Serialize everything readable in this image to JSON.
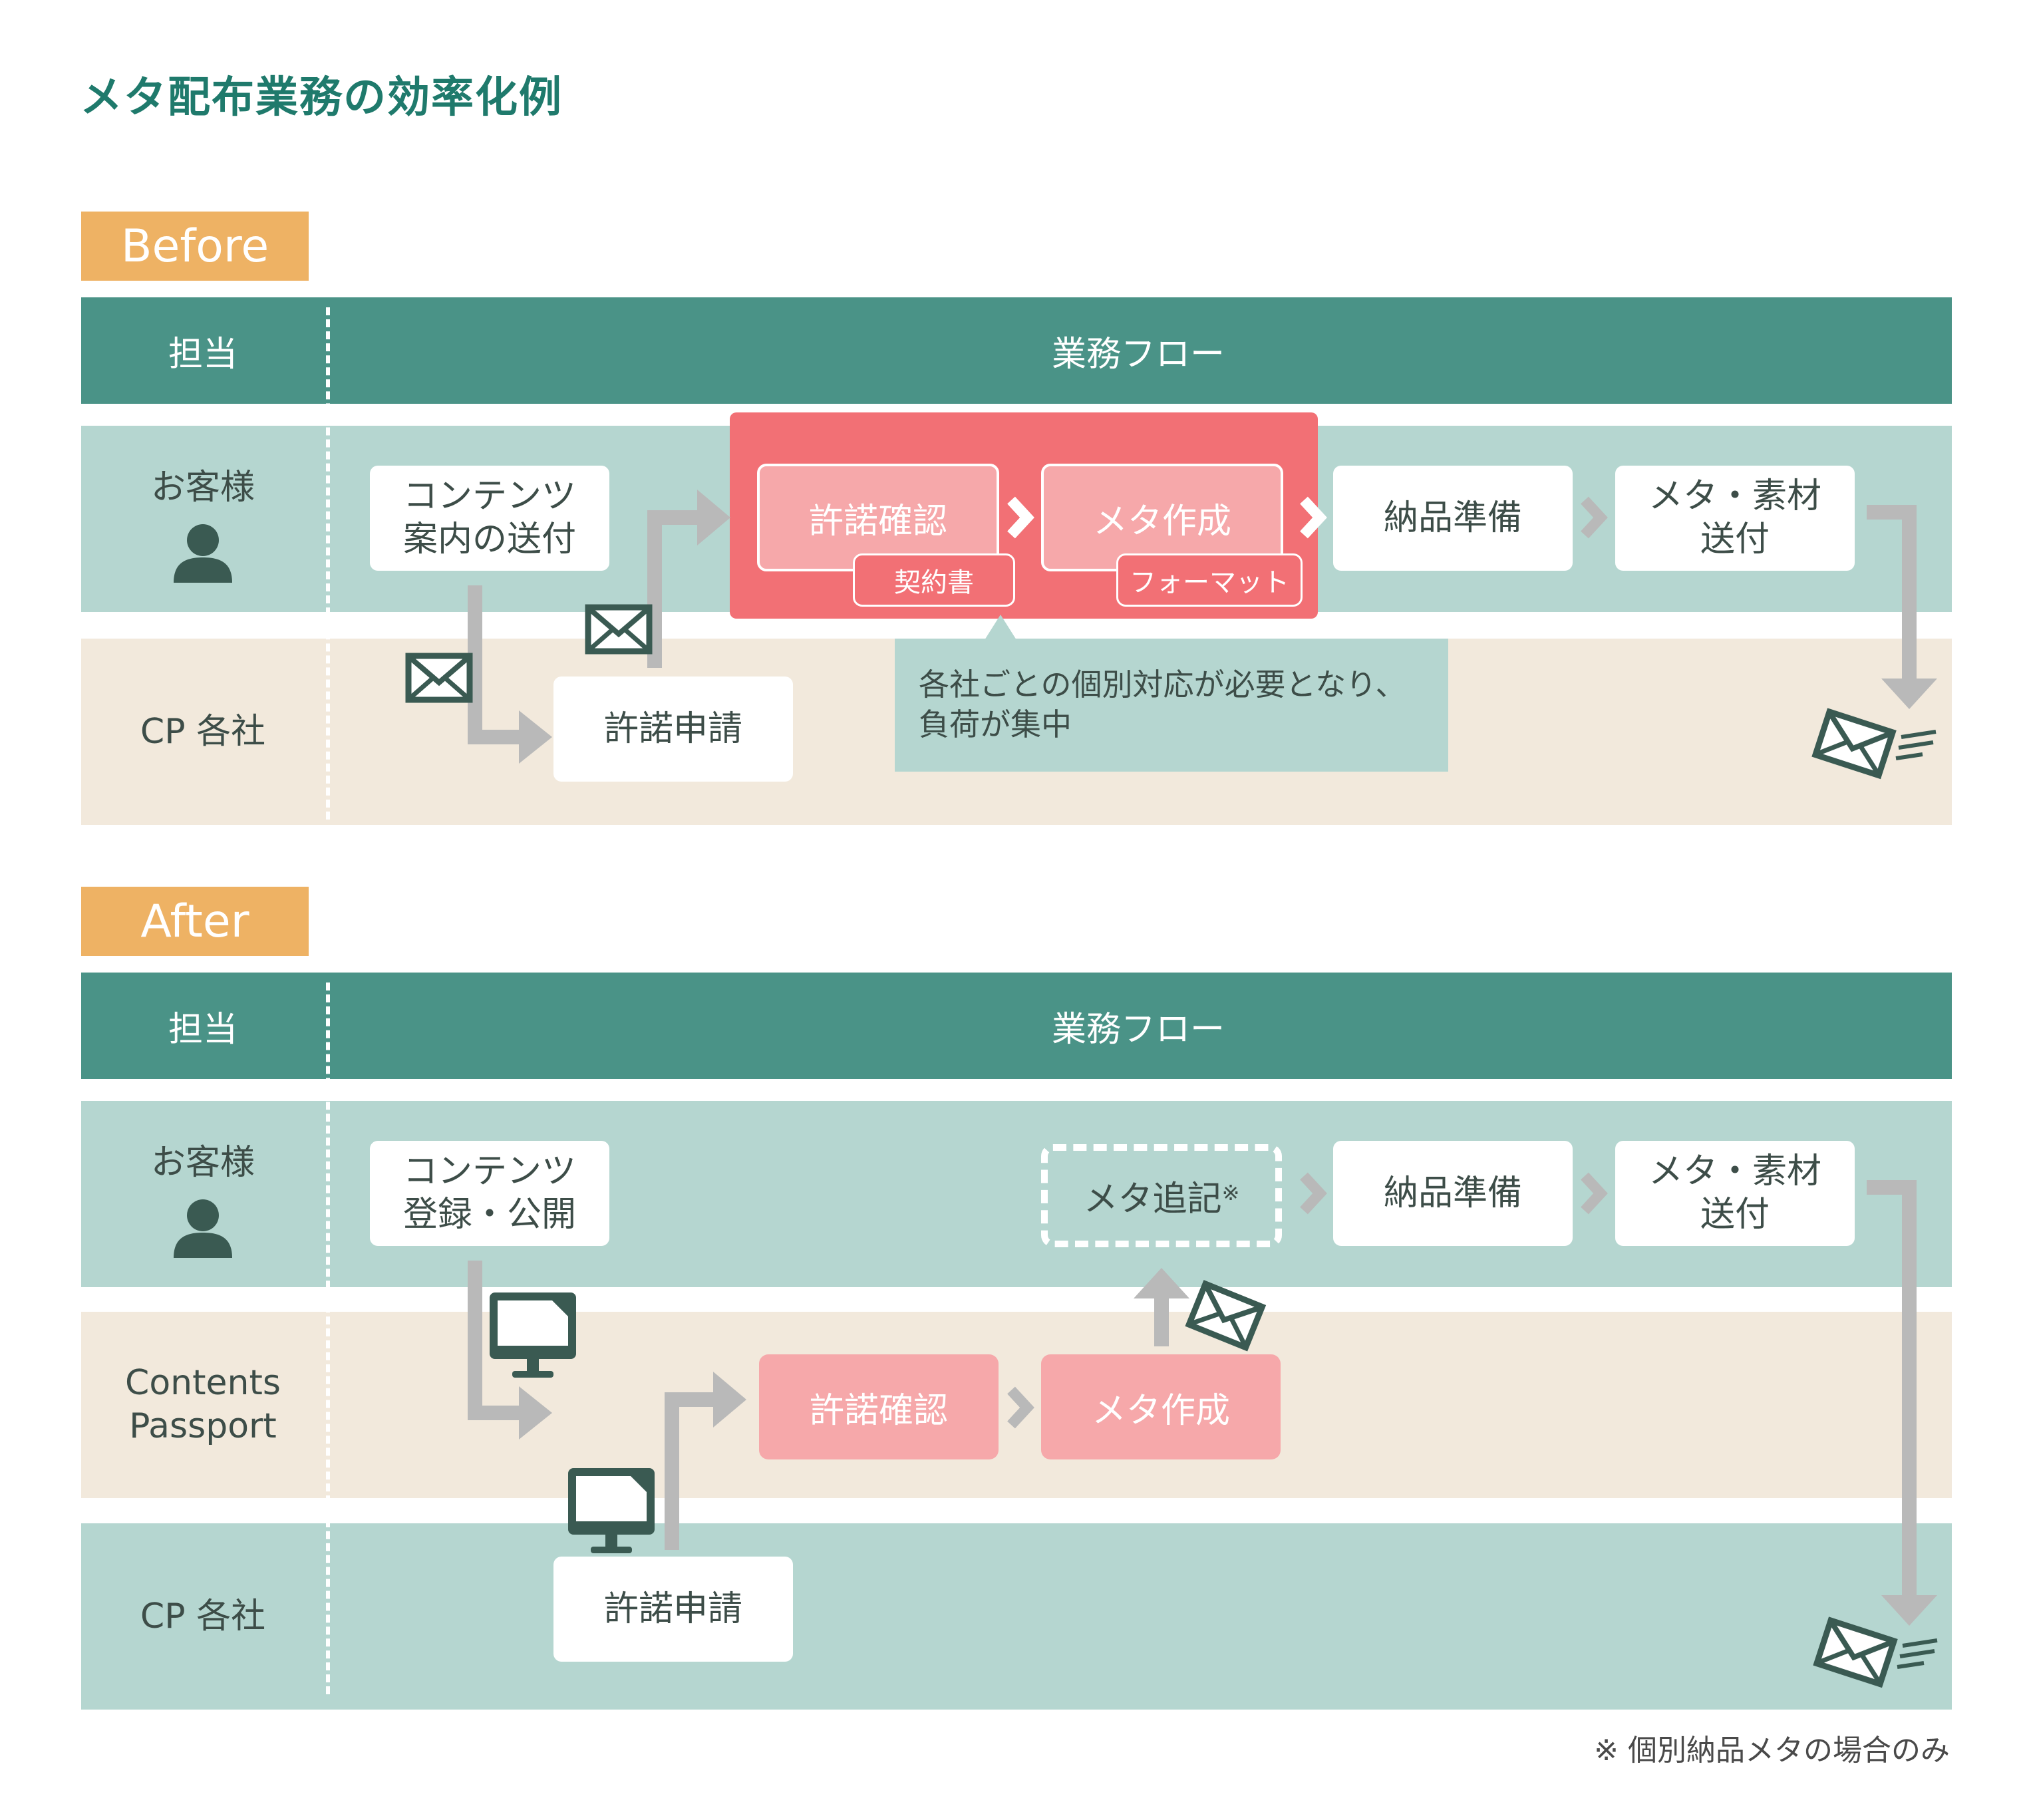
{
  "title": "メタ配布業務の効率化例",
  "header": {
    "col_person": "担当",
    "col_flow": "業務フロー"
  },
  "before": {
    "tag": "Before",
    "lanes": {
      "customer": "お客様",
      "cp": "CP 各社"
    },
    "steps": {
      "contents_notice_line1": "コンテンツ",
      "contents_notice_line2": "案内の送付",
      "permission_request": "許諾申請",
      "permission_check": "許諾確認",
      "meta_create": "メタ作成",
      "contract_tag": "契約書",
      "format_tag": "フォーマット",
      "delivery_prep": "納品準備",
      "send_meta_line1": "メタ・素材",
      "send_meta_line2": "送付"
    },
    "callout_line1": "各社ごとの個別対応が必要となり、",
    "callout_line2": "負荷が集中"
  },
  "after": {
    "tag": "After",
    "lanes": {
      "customer": "お客様",
      "passport_line1": "Contents",
      "passport_line2": "Passport",
      "cp": "CP 各社"
    },
    "steps": {
      "contents_register_line1": "コンテンツ",
      "contents_register_line2": "登録・公開",
      "meta_append": "メタ追記",
      "meta_append_mark": "※",
      "delivery_prep": "納品準備",
      "send_meta_line1": "メタ・素材",
      "send_meta_line2": "送付",
      "permission_check": "許諾確認",
      "meta_create": "メタ作成",
      "permission_request": "許諾申請"
    }
  },
  "footnote": "※ 個別納品メタの場合のみ",
  "colors": {
    "teal_header": "#4a9387",
    "lane_green": "#b5d6d0",
    "lane_beige": "#f2e9dc",
    "accent_orange": "#eeb264",
    "red_panel": "#f27075",
    "pink_box": "#f6a8aa",
    "icon_dark": "#3a5a52",
    "arrow_gray": "#b9b9b9"
  },
  "icons": [
    "person-icon",
    "envelope-icon",
    "monitor-icon",
    "send-mail-icon",
    "chevron-right-icon",
    "arrow-icon"
  ]
}
